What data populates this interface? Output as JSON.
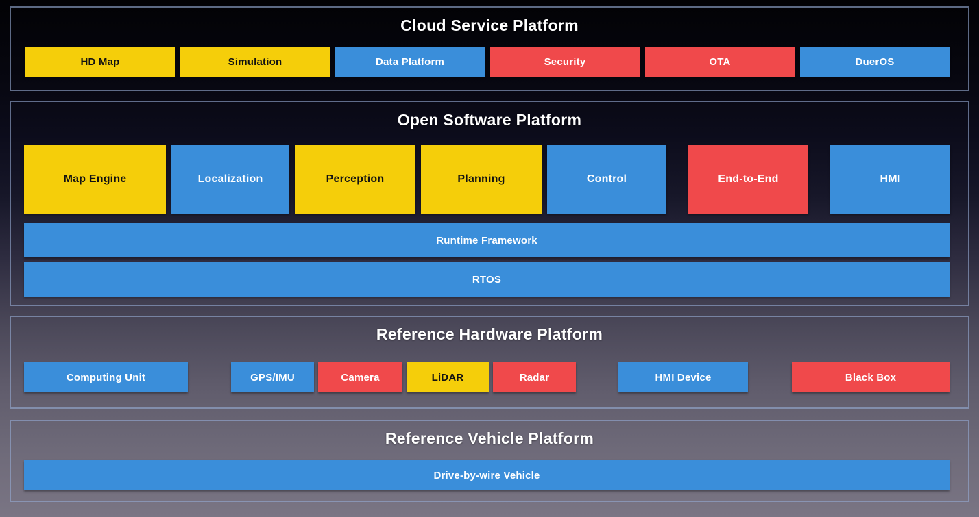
{
  "palette": {
    "yellow": "#F5CE0A",
    "blue": "#3A8EDA",
    "red": "#F0494B",
    "dark_text": "#121212",
    "light_text": "#FFFFFF",
    "section_border": "rgba(148,170,210,0.62)",
    "background_top": "#020205",
    "background_bottom": "#7A7584"
  },
  "diagram": {
    "type": "layered-architecture",
    "sections": [
      {
        "title": "Cloud Service Platform",
        "boxes": [
          {
            "label": "HD Map",
            "bg": "#F5CE0A",
            "fg": "#121212"
          },
          {
            "label": "Simulation",
            "bg": "#F5CE0A",
            "fg": "#121212"
          },
          {
            "label": "Data Platform",
            "bg": "#3A8EDA",
            "fg": "#FFFFFF"
          },
          {
            "label": "Security",
            "bg": "#F0494B",
            "fg": "#FFFFFF"
          },
          {
            "label": "OTA",
            "bg": "#F0494B",
            "fg": "#FFFFFF"
          },
          {
            "label": "DuerOS",
            "bg": "#3A8EDA",
            "fg": "#FFFFFF"
          }
        ]
      },
      {
        "title": "Open Software Platform",
        "modules": [
          {
            "label": "Map Engine",
            "bg": "#F5CE0A",
            "fg": "#121212"
          },
          {
            "label": "Localization",
            "bg": "#3A8EDA",
            "fg": "#FFFFFF"
          },
          {
            "label": "Perception",
            "bg": "#F5CE0A",
            "fg": "#121212"
          },
          {
            "label": "Planning",
            "bg": "#F5CE0A",
            "fg": "#121212"
          },
          {
            "label": "Control",
            "bg": "#3A8EDA",
            "fg": "#FFFFFF"
          },
          {
            "label": "End-to-End",
            "bg": "#F0494B",
            "fg": "#FFFFFF"
          },
          {
            "label": "HMI",
            "bg": "#3A8EDA",
            "fg": "#FFFFFF"
          }
        ],
        "bars": [
          {
            "label": "Runtime Framework",
            "bg": "#3A8EDA",
            "fg": "#FFFFFF"
          },
          {
            "label": "RTOS",
            "bg": "#3A8EDA",
            "fg": "#FFFFFF"
          }
        ]
      },
      {
        "title": "Reference Hardware Platform",
        "boxes": [
          {
            "label": "Computing Unit",
            "bg": "#3A8EDA",
            "fg": "#FFFFFF"
          },
          {
            "label": "GPS/IMU",
            "bg": "#3A8EDA",
            "fg": "#FFFFFF"
          },
          {
            "label": "Camera",
            "bg": "#F0494B",
            "fg": "#FFFFFF"
          },
          {
            "label": "LiDAR",
            "bg": "#F5CE0A",
            "fg": "#121212"
          },
          {
            "label": "Radar",
            "bg": "#F0494B",
            "fg": "#FFFFFF"
          },
          {
            "label": "HMI Device",
            "bg": "#3A8EDA",
            "fg": "#FFFFFF"
          },
          {
            "label": "Black Box",
            "bg": "#F0494B",
            "fg": "#FFFFFF"
          }
        ]
      },
      {
        "title": "Reference Vehicle Platform",
        "bars": [
          {
            "label": "Drive-by-wire Vehicle",
            "bg": "#3A8EDA",
            "fg": "#FFFFFF"
          }
        ]
      }
    ]
  }
}
